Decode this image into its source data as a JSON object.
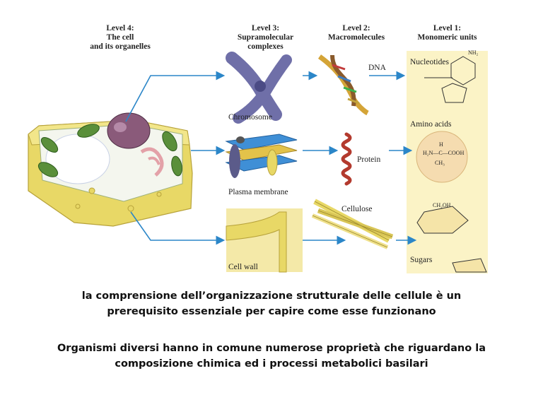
{
  "levels": {
    "level4": "Level 4:\nThe cell\nand its organelles",
    "level3": "Level 3:\nSupramolecular\ncomplexes",
    "level2": "Level 2:\nMacromolecules",
    "level1": "Level 1:\nMonomeric units"
  },
  "labels": {
    "chromosome": "Chromosome",
    "plasma_membrane": "Plasma membrane",
    "cell_wall": "Cell wall",
    "dna": "DNA",
    "protein": "Protein",
    "cellulose": "Cellulose",
    "nucleotides": "Nucleotides",
    "amino_acids": "Amino acids",
    "sugars": "Sugars"
  },
  "chem": {
    "amino_formula_top": "H",
    "amino_formula_mid": "H₂N—C—COOH",
    "amino_formula_bot": "CH₃",
    "sugar_label": "CH₂OH",
    "nucleotide_nh2": "NH₂"
  },
  "captions": {
    "line1": "la comprensione dell’organizzazione strutturale delle cellule è un",
    "line2": "prerequisito essenziale per capire come esse funzionano",
    "line3": "Organismi diversi hanno in comune numerose proprietà che riguardano la",
    "line4": "composizione chimica ed i processi metabolici basilari"
  },
  "colors": {
    "arrow": "#2b86c8",
    "panel_bg": "#fbf3c6",
    "cell_wall": "#e8d866",
    "chloroplast": "#5a8f3a",
    "nucleus": "#8a5a7a",
    "chromosome": "#6f6fa8"
  }
}
